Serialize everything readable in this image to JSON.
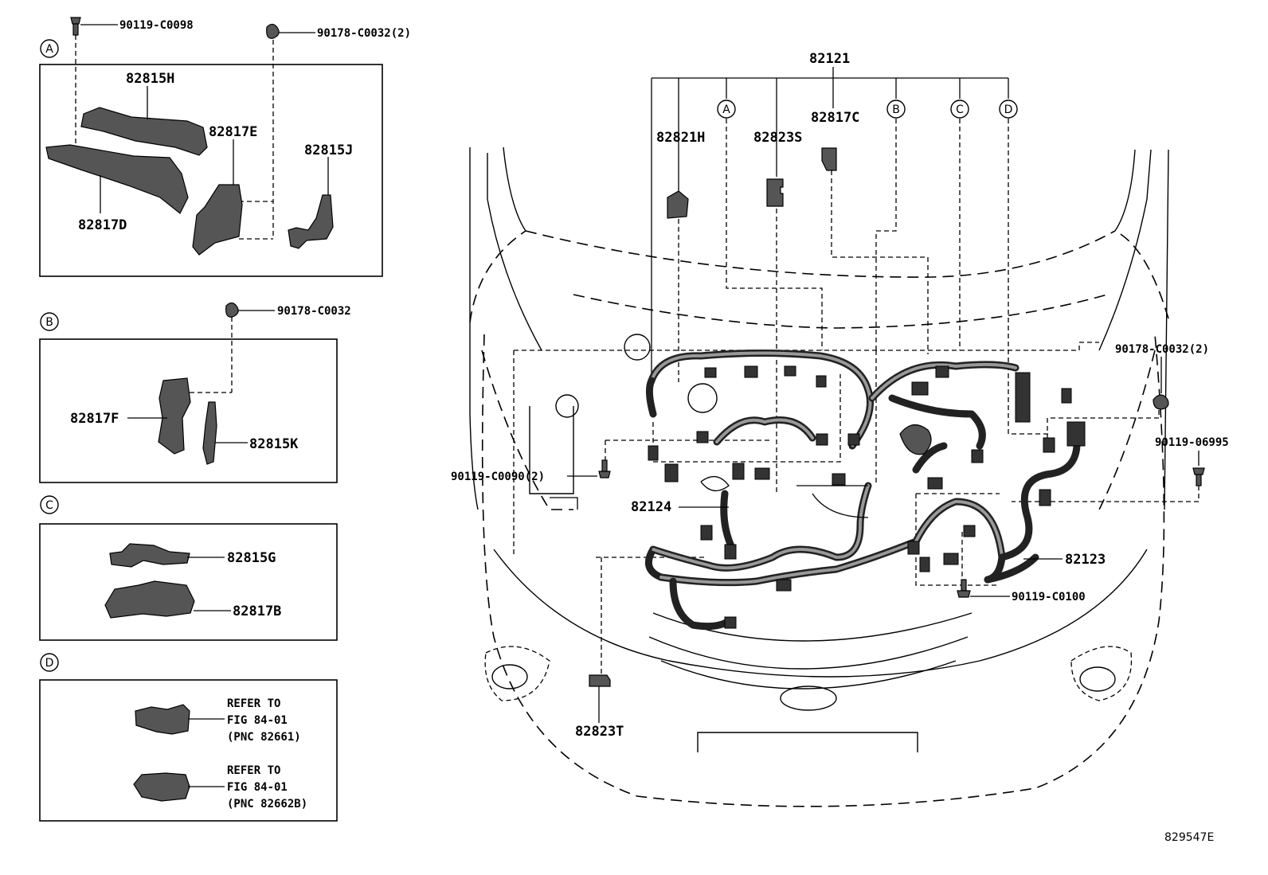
{
  "callouts": {
    "p90119_C0098": "90119-C0098",
    "p90178_C0032_2_top": "90178-C0032(2)",
    "p82815H": "82815H",
    "p82817E": "82817E",
    "p82815J": "82815J",
    "p82817D": "82817D",
    "p90178_C0032_B": "90178-C0032",
    "p82817F": "82817F",
    "p82815K": "82815K",
    "p82815G": "82815G",
    "p82817B": "82817B",
    "p82121": "82121",
    "p82821H": "82821H",
    "p82823S": "82823S",
    "p82817C": "82817C",
    "p90178_C0032_2_right": "90178-C0032(2)",
    "p90119_06995": "90119-06995",
    "p90119_C0090_2": "90119-C0090(2)",
    "p82124": "82124",
    "p82123": "82123",
    "p90119_C0100": "90119-C0100",
    "p82823T": "82823T"
  },
  "section_markers": {
    "a": "A",
    "b": "B",
    "c": "C",
    "d": "D"
  },
  "refer_notes": {
    "first": {
      "line1": "REFER TO",
      "line2": "FIG 84-01",
      "line3": "(PNC 82661)"
    },
    "second": {
      "line1": "REFER TO",
      "line2": "FIG 84-01",
      "line3": "(PNC 82662B)"
    }
  },
  "figure_id": "829547E"
}
